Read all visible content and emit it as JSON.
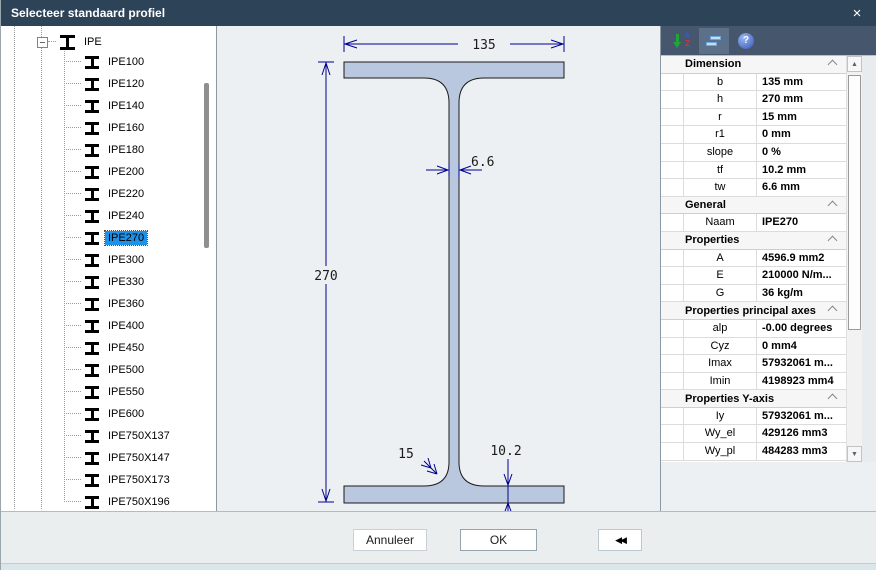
{
  "window": {
    "title": "Selecteer standaard profiel",
    "close_glyph": "×"
  },
  "tree": {
    "root_label": "IPE",
    "selected": "IPE270",
    "items": [
      {
        "label": "IPE100"
      },
      {
        "label": "IPE120"
      },
      {
        "label": "IPE140"
      },
      {
        "label": "IPE160"
      },
      {
        "label": "IPE180"
      },
      {
        "label": "IPE200"
      },
      {
        "label": "IPE220"
      },
      {
        "label": "IPE240"
      },
      {
        "label": "IPE270"
      },
      {
        "label": "IPE300"
      },
      {
        "label": "IPE330"
      },
      {
        "label": "IPE360"
      },
      {
        "label": "IPE400"
      },
      {
        "label": "IPE450"
      },
      {
        "label": "IPE500"
      },
      {
        "label": "IPE550"
      },
      {
        "label": "IPE600"
      },
      {
        "label": "IPE750X137"
      },
      {
        "label": "IPE750X147"
      },
      {
        "label": "IPE750X173"
      },
      {
        "label": "IPE750X196"
      }
    ]
  },
  "drawing": {
    "width_label": "135",
    "height_label": "270",
    "web_label": "6.6",
    "radius_label": "15",
    "flange_label": "10.2",
    "beam_fill": "#b9c8df",
    "dim_color": "#000091"
  },
  "properties_panel": {
    "toolbar": {
      "sort_button": "sort-alphabetical",
      "categorized_button": "categorized-view",
      "help_button": "help"
    },
    "scrollbar": {
      "up_glyph": "▲",
      "down_glyph": "▼"
    },
    "groups": [
      {
        "title": "Dimension",
        "rows": [
          {
            "label": "b",
            "value": "135 mm"
          },
          {
            "label": "h",
            "value": "270 mm"
          },
          {
            "label": "r",
            "value": "15 mm"
          },
          {
            "label": "r1",
            "value": "0 mm"
          },
          {
            "label": "slope",
            "value": "0 %"
          },
          {
            "label": "tf",
            "value": "10.2 mm"
          },
          {
            "label": "tw",
            "value": "6.6 mm"
          }
        ]
      },
      {
        "title": "General",
        "rows": [
          {
            "label": "Naam",
            "value": "IPE270"
          }
        ]
      },
      {
        "title": "Properties",
        "rows": [
          {
            "label": "A",
            "value": "4596.9 mm2"
          },
          {
            "label": "E",
            "value": "210000 N/m..."
          },
          {
            "label": "G",
            "value": "36 kg/m"
          }
        ]
      },
      {
        "title": "Properties principal axes",
        "rows": [
          {
            "label": "alp",
            "value": "-0.00 degrees"
          },
          {
            "label": "Cyz",
            "value": "0 mm4"
          },
          {
            "label": "Imax",
            "value": "57932061 m..."
          },
          {
            "label": "Imin",
            "value": "4198923 mm4"
          }
        ]
      },
      {
        "title": "Properties Y-axis",
        "rows": [
          {
            "label": "Iy",
            "value": "57932061 m..."
          },
          {
            "label": "Wy_el",
            "value": "429126 mm3"
          },
          {
            "label": "Wy_pl",
            "value": "484283 mm3"
          }
        ]
      }
    ]
  },
  "buttons": {
    "cancel": "Annuleer",
    "ok": "OK",
    "back_glyph": "◀◀"
  }
}
